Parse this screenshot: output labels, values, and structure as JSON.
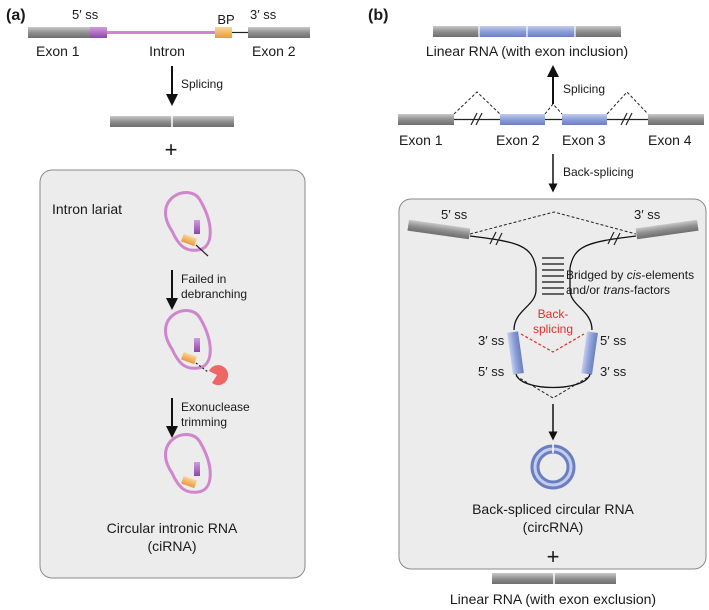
{
  "colors": {
    "exon_gray": "#8f8f8f",
    "exon_blue": "#8d9fd6",
    "intron_pink": "#cf86cc",
    "five_ss_purple": "#a35ab8",
    "bp_orange": "#f3b25e",
    "exonuclease_red": "#ee6666",
    "box_bg": "#ececec",
    "highlight_red": "#e0312a"
  },
  "panel_a": {
    "label": "(a)",
    "five_ss": "5′ ss",
    "bp": "BP",
    "three_ss": "3′ ss",
    "exon1": "Exon 1",
    "intron": "Intron",
    "exon2": "Exon 2",
    "splicing": "Splicing",
    "plus": "+",
    "intron_lariat": "Intron lariat",
    "failed_line1": "Failed in",
    "failed_line2": "debranching",
    "exonuclease_line1": "Exonuclease",
    "exonuclease_line2": "trimming",
    "circ_line1": "Circular intronic RNA",
    "circ_line2": "(ciRNA)"
  },
  "panel_b": {
    "label": "(b)",
    "linear_inclusion": "Linear RNA (with exon inclusion)",
    "splicing": "Splicing",
    "exon1": "Exon 1",
    "exon2": "Exon 2",
    "exon3": "Exon 3",
    "exon4": "Exon 4",
    "back_splicing": "Back-splicing",
    "five_ss": "5′ ss",
    "three_ss": "3′ ss",
    "bridged_prefix": "Bridged by ",
    "bridged_cis": "cis",
    "bridged_suffix": "-elements",
    "andor_prefix": "and/or ",
    "andor_trans": "trans",
    "andor_suffix": "-factors",
    "back_line1": "Back-",
    "back_line2": "splicing",
    "circ_line1": "Back-spliced circular RNA",
    "circ_line2": "(circRNA)",
    "plus": "+",
    "linear_exclusion": "Linear RNA (with exon exclusion)"
  }
}
